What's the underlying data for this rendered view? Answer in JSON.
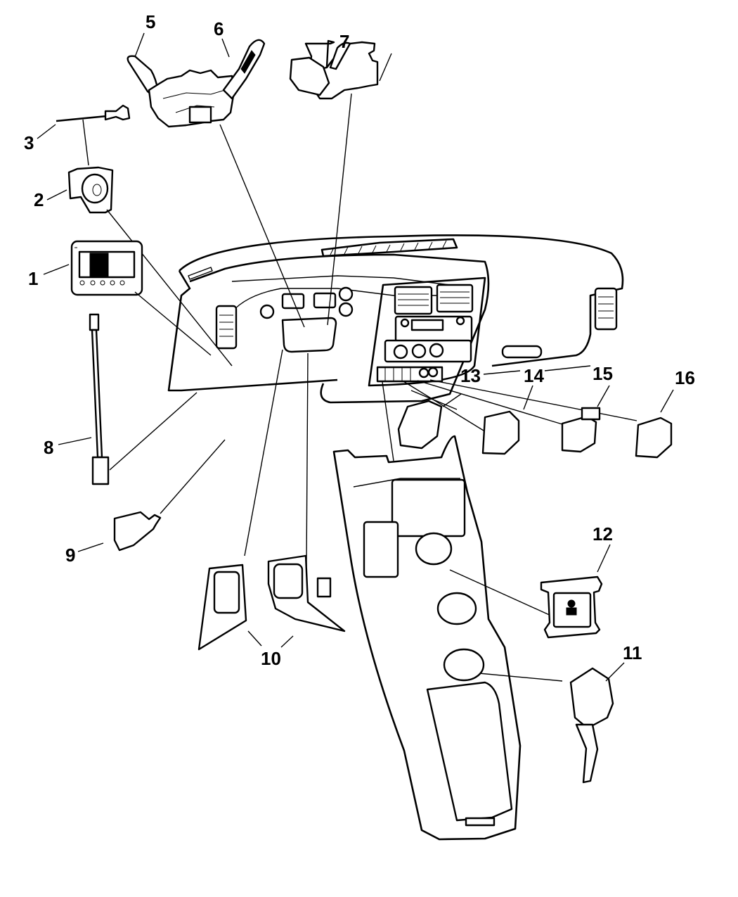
{
  "diagram": {
    "type": "exploded-parts-diagram",
    "subject": "Instrument panel and center console switches",
    "line_color": "#000000",
    "background": "#ffffff",
    "callouts": [
      {
        "id": "1",
        "label": "1",
        "part": "headlamp / dimmer switch module"
      },
      {
        "id": "2",
        "label": "2",
        "part": "ignition switch housing"
      },
      {
        "id": "3",
        "label": "3",
        "part": "ignition switch actuator pin"
      },
      {
        "id": "5",
        "label": "5",
        "part": "multifunction switch turn-signal stalk"
      },
      {
        "id": "6",
        "label": "6",
        "part": "multifunction switch wiper stalk"
      },
      {
        "id": "7",
        "label": "7",
        "part": "steering column switch"
      },
      {
        "id": "8",
        "label": "8",
        "part": "wire pigtail / sensor"
      },
      {
        "id": "9",
        "label": "9",
        "part": "brake lamp switch"
      },
      {
        "id": "10",
        "label": "10",
        "part": "steering wheel switch bezels"
      },
      {
        "id": "11",
        "label": "11",
        "part": "console mounted switch bracket"
      },
      {
        "id": "12",
        "label": "12",
        "part": "console heated seat switch"
      },
      {
        "id": "13",
        "label": "13",
        "part": "panel rocker switch"
      },
      {
        "id": "14",
        "label": "14",
        "part": "panel rocker switch"
      },
      {
        "id": "15",
        "label": "15",
        "part": "panel rocker switch"
      },
      {
        "id": "16",
        "label": "16",
        "part": "panel rocker switch"
      }
    ]
  }
}
